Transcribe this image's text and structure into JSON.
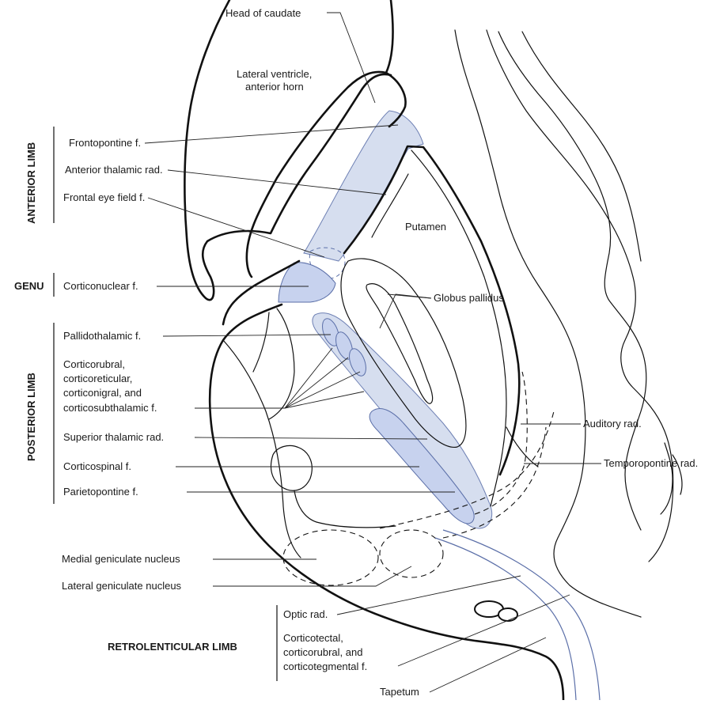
{
  "labels": {
    "head_of_caudate": "Head of caudate",
    "lateral_ventricle_1": "Lateral ventricle,",
    "lateral_ventricle_2": "anterior horn",
    "frontopontine": "Frontopontine f.",
    "anterior_thalamic": "Anterior thalamic rad.",
    "frontal_eye_field": "Frontal eye field f.",
    "putamen": "Putamen",
    "corticonuclear": "Corticonuclear f.",
    "globus_pallidus": "Globus pallidus",
    "pallidothalamic": "Pallidothalamic f.",
    "corticorubral_1": "Corticorubral,",
    "corticorubral_2": "corticoreticular,",
    "corticorubral_3": "corticonigral, and",
    "corticorubral_4": "corticosubthalamic f.",
    "superior_thalamic": "Superior thalamic rad.",
    "corticospinal": "Corticospinal f.",
    "parietopontine": "Parietopontine f.",
    "auditory": "Auditory rad.",
    "temporopontine": "Temporopontine rad.",
    "medial_geniculate": "Medial geniculate nucleus",
    "lateral_geniculate": "Lateral geniculate nucleus",
    "optic_rad": "Optic rad.",
    "corticotectal_1": "Corticotectal,",
    "corticotectal_2": "corticorubral, and",
    "corticotectal_3": "corticotegmental f.",
    "tapetum": "Tapetum"
  },
  "sections": {
    "anterior_limb": "ANTERIOR LIMB",
    "genu": "GENU",
    "posterior_limb": "POSTERIOR LIMB",
    "retrolenticular_limb": "RETROLENTICULAR LIMB"
  },
  "colors": {
    "fiber_fill": "#c7d2ee",
    "outline": "#111111"
  }
}
